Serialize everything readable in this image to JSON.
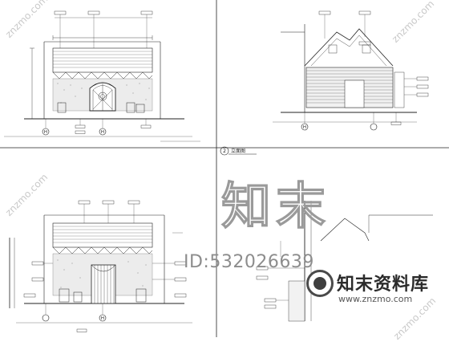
{
  "watermark": {
    "brand_chars": "知末",
    "id_text": "ID:532026639",
    "brand_name": "知末资料库",
    "brand_url": "www.znzmo.com",
    "corner_text": "znzmo.com"
  },
  "drawing": {
    "section_mark": "2",
    "section_name": "立面图",
    "grid_labels": [
      "H",
      "H",
      "H",
      "H"
    ]
  }
}
